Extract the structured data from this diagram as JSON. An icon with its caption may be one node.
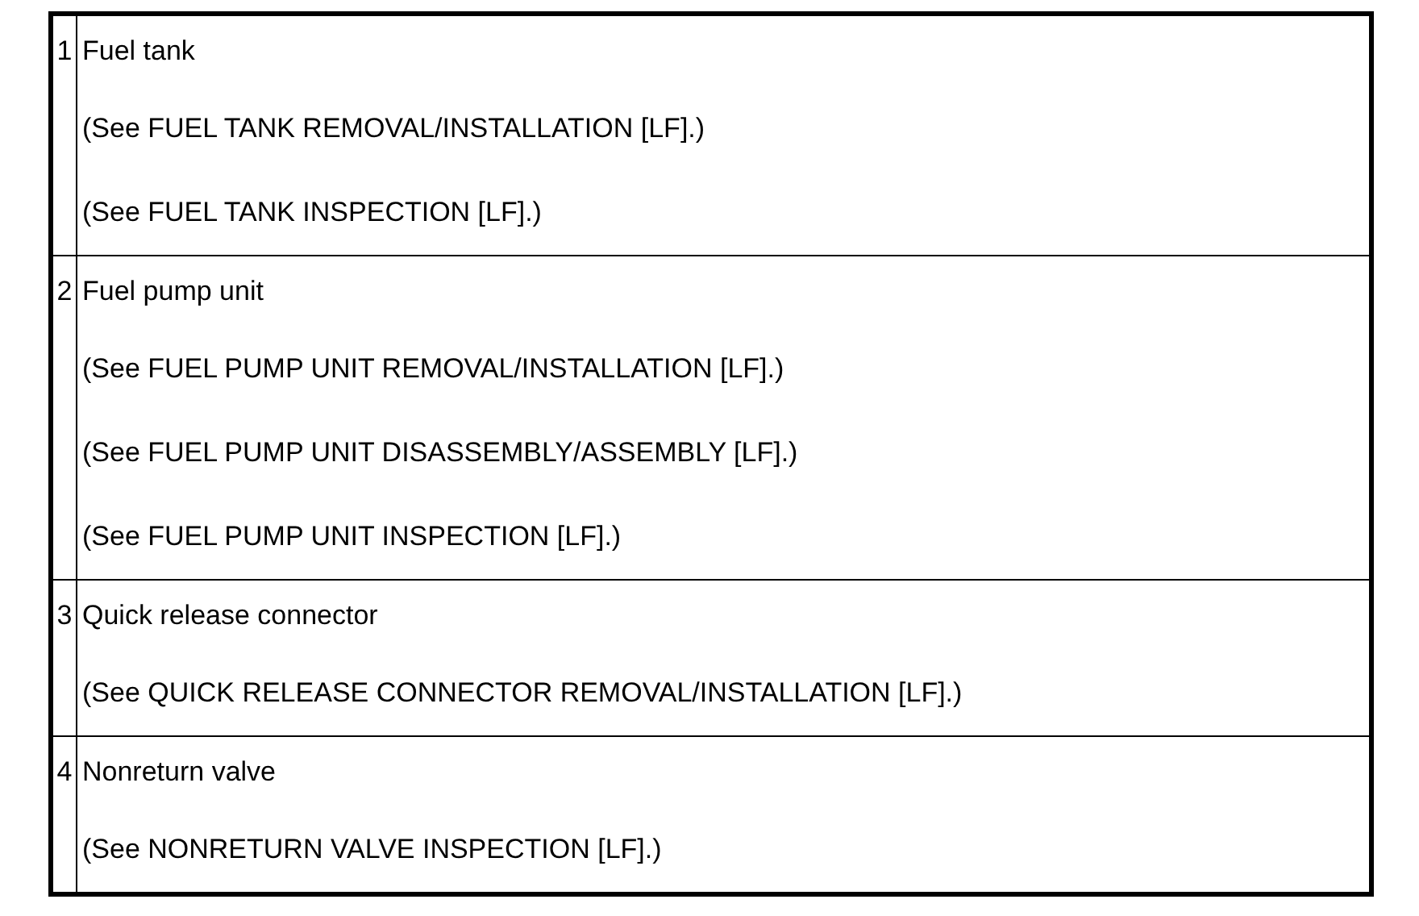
{
  "diagram": {
    "labels": [
      "1",
      "Fuel tank",
      "(See FUEL TANK REMOVAL/INSTALLATION [LF].)",
      "(See FUEL TANK INSPECTION [LF].)",
      "2",
      "Fuel pump unit",
      "(See FUEL PUMP UNIT REMOVAL/INSTALLATION [LF].)",
      "(See FUEL PUMP UNIT DISASSEMBLY/ASSEMBLY [LF].)",
      "(See FUEL PUMP UNIT INSPECTION [LF].)",
      "3",
      "Quick release connector",
      "(See QUICK RELEASE CONNECTOR REMOVAL/INSTALLATION [LF].)",
      "4",
      "Nonreturn valve",
      "(See NONRETURN VALVE INSPECTION [LF].)"
    ]
  }
}
